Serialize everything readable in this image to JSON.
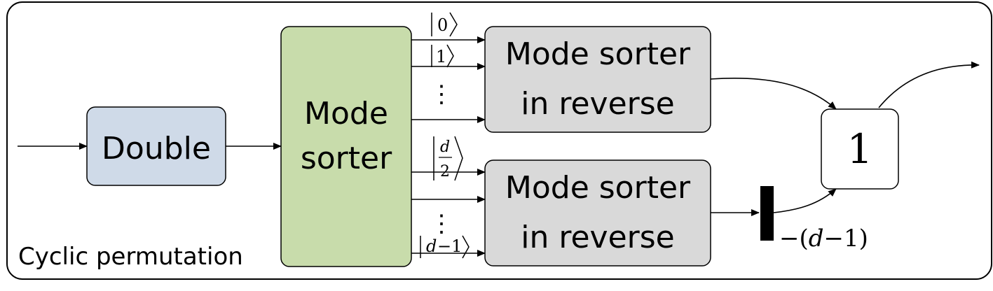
{
  "frame": {
    "label": "Cyclic permutation"
  },
  "blocks": {
    "double": {
      "label": "Double",
      "color": "#cfdae8"
    },
    "mode_sorter": {
      "line1": "Mode",
      "line2": "sorter",
      "color": "#c8dcab"
    },
    "reverse_top": {
      "line1": "Mode sorter",
      "line2": "in reverse",
      "color": "#d9d9d9"
    },
    "reverse_bottom": {
      "line1": "Mode sorter",
      "line2": "in reverse",
      "color": "#d9d9d9"
    },
    "output_box": {
      "label": "1"
    }
  },
  "kets": {
    "k0": "0",
    "k1": "1",
    "kd2_num": "d",
    "kd2_den": "2",
    "kdm1_d": "d",
    "kdm1_rest": "−1"
  },
  "vdots": "⋮",
  "phase": {
    "prefix": "−(",
    "var": "d",
    "suffix": "−1)"
  }
}
